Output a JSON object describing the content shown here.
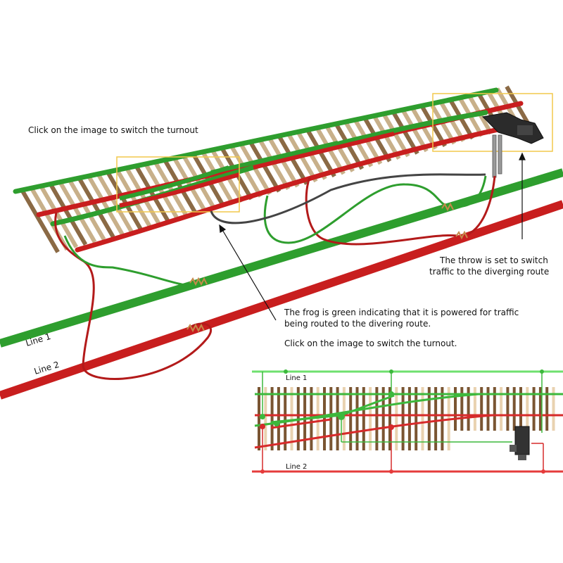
{
  "captions": {
    "top_left": "Click on the image to switch the turnout",
    "throw_line1": "The throw is set to switch",
    "throw_line2": "traffic to the diverging route",
    "frog_line1": "The frog is green indicating that it is powered for traffic",
    "frog_line2": "being routed to the divering route.",
    "click_again": "Click on the image to switch the turnout."
  },
  "feeders": {
    "line1_label": "Line 1",
    "line2_label": "Line 2"
  },
  "inset": {
    "line1_label": "Line 1",
    "line2_label": "Line 2"
  },
  "colors": {
    "powered_green": "#2e9e2e",
    "powered_red": "#c81e1e",
    "tie_brown": "#8b6a45",
    "tie_light": "#c8b08a",
    "highlight_box": "#f2c94c",
    "wire_dark": "#444444",
    "inset_line_green": "#6fe06f",
    "inset_line_red": "#e53b3b"
  },
  "state": {
    "turnout_route": "diverging",
    "frog_polarity": "green"
  }
}
